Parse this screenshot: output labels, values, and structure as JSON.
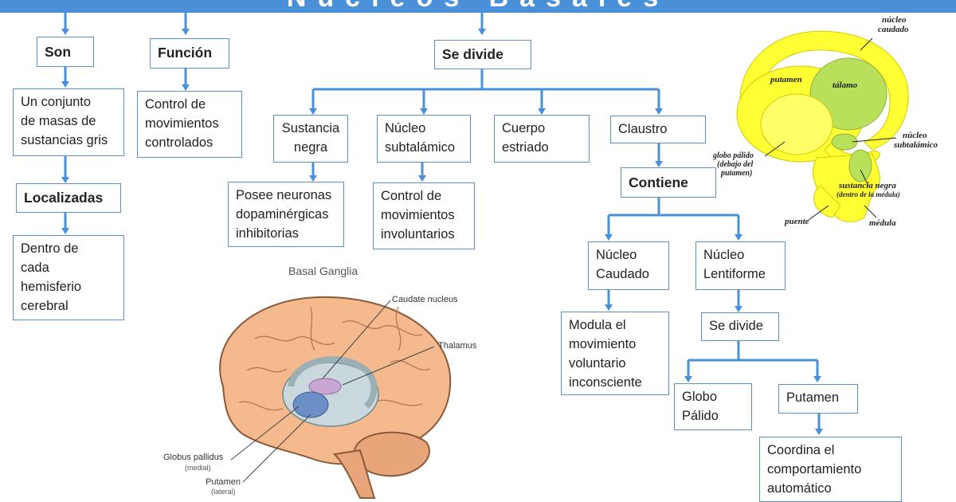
{
  "title": "Núcleos Basales",
  "son": {
    "label": "Son",
    "desc": "Un conjunto\nde masas de\nsustancias gris",
    "localizadas": "Localizadas",
    "loc_desc": "Dentro de\ncada\nhemisferio\ncerebral"
  },
  "funcion": {
    "label": "Función",
    "desc": "Control de\nmovimientos\ncontrolados"
  },
  "divide": {
    "label": "Se divide",
    "sustancia": "Sustancia\nnegra",
    "sustancia_desc": "Posee neuronas\ndopaminérgicas\ninhibitorias",
    "subtalamico": "Núcleo\nsubtalámico",
    "subtalamico_desc": "Control de\nmovimientos\ninvoluntarios",
    "estriado": "Cuerpo\nestriado",
    "claustro": "Claustro",
    "contiene": "Contiene",
    "caudado": "Núcleo\nCaudado",
    "caudado_desc": "Modula el\nmovimiento\nvoluntario\ninconsciente",
    "lentiforme": "Núcleo\nLentiforme",
    "lent_divide": "Se divide",
    "globo": "Globo\nPálido",
    "putamen": "Putamen",
    "putamen_desc": "Coordina el\ncomportamiento\nautomático"
  },
  "brain_lateral": {
    "title": "Basal Ganglia",
    "caudate": "Caudate nucleus",
    "thalamus": "Thalamus",
    "globus": "Globus pallidus",
    "globus_sub": "(medial)",
    "putamen": "Putamen",
    "putamen_sub": "(lateral)"
  },
  "brain_schematic": {
    "nucleo": "núcleo",
    "caudado": "caudado",
    "putamen": "putamen",
    "talamo": "tálamo",
    "nucleo2": "núcleo",
    "subtalamico": "subtalámico",
    "globo1": "globo pálido",
    "globo2": "(debajo del",
    "globo3": "putamen)",
    "sustancia1": "sustancia negra",
    "sustancia2": "(dentro de la médula)",
    "puente": "puente",
    "medula": "médula"
  },
  "colors": {
    "accent": "#4a90d9",
    "box_border": "#5b8fc7",
    "yellow": "#ffff33",
    "green": "#b8e05a"
  }
}
